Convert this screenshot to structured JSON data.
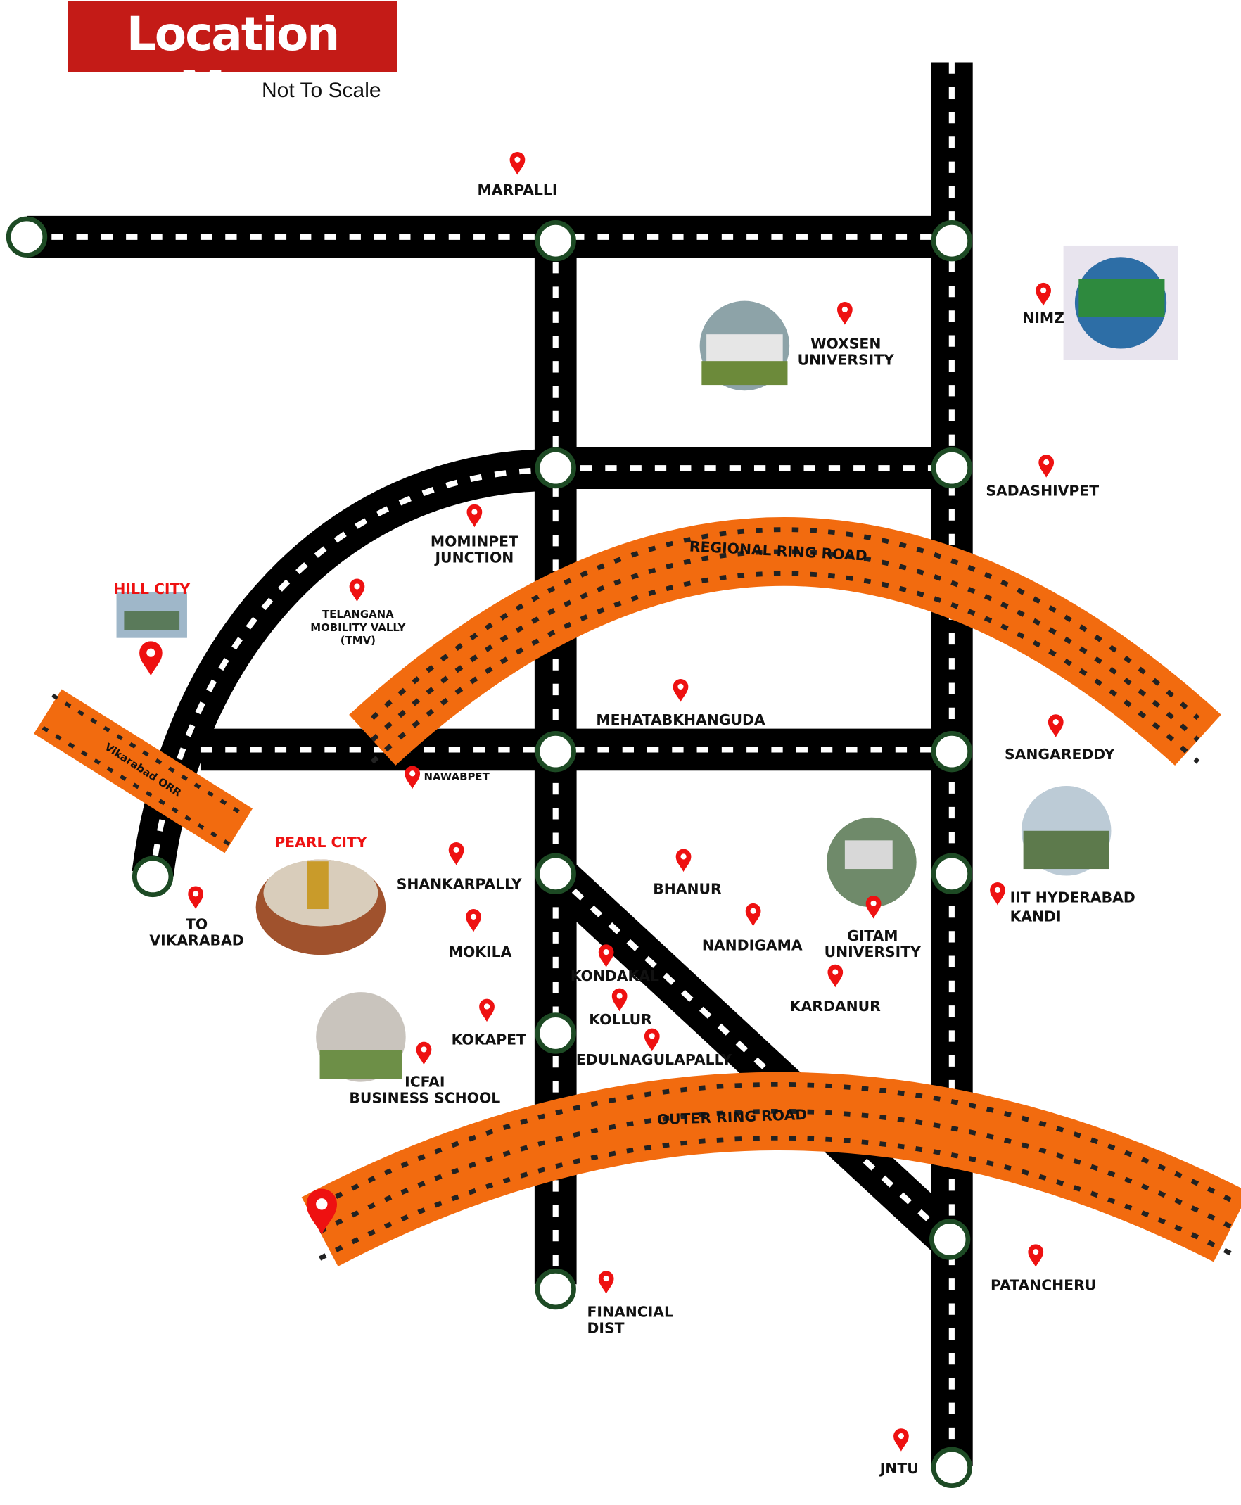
{
  "header": {
    "title": "Location Map",
    "subtitle": "Not To Scale"
  },
  "roads": {
    "regional": "REGIONAL RING ROAD",
    "outer": "OUTER RING ROAD",
    "vikarabad": "Vikarabad ORR"
  },
  "places": {
    "marpalli": "MARPALLI",
    "nimz": "NIMZ",
    "woxsen1": "WOXSEN",
    "woxsen2": "UNIVERSITY",
    "sadashivpet": "SADASHIVPET",
    "mominpet1": "MOMINPET",
    "mominpet2": "JUNCTION",
    "tmv1": "TELANGANA",
    "tmv2": "MOBILITY VALLY",
    "tmv3": "(TMV)",
    "hillcity": "HILL CITY",
    "mehatab": "MEHATABKHANGUDA",
    "sangareddy": "SANGAREDDY",
    "nawabpet": "NAWABPET",
    "pearlcity": "PEARL CITY",
    "shankarpally": "SHANKARPALLY",
    "bhanur": "BHANUR",
    "iit1": "IIT HYDERABAD",
    "iit2": "KANDI",
    "vikarabad1": "TO",
    "vikarabad2": "VIKARABAD",
    "mokila": "MOKILA",
    "nandigama": "NANDIGAMA",
    "gitam1": "GITAM",
    "gitam2": "UNIVERSITY",
    "kondakal": "KONDAKAL",
    "kardanur": "KARDANUR",
    "kollur": "KOLLUR",
    "kokapet": "KOKAPET",
    "edulnagulapally": "EDULNAGULAPALLY",
    "icfai1": "ICFAI",
    "icfai2": "BUSINESS SCHOOL",
    "patancheru": "PATANCHERU",
    "financial1": "FINANCIAL",
    "financial2": "DIST",
    "jntu": "JNTU"
  },
  "colors": {
    "road": "#000000",
    "ring_road": "#f26b0f",
    "pin": "#ee1111",
    "title_bg": "#c41b17",
    "node": "#1d4a24"
  }
}
